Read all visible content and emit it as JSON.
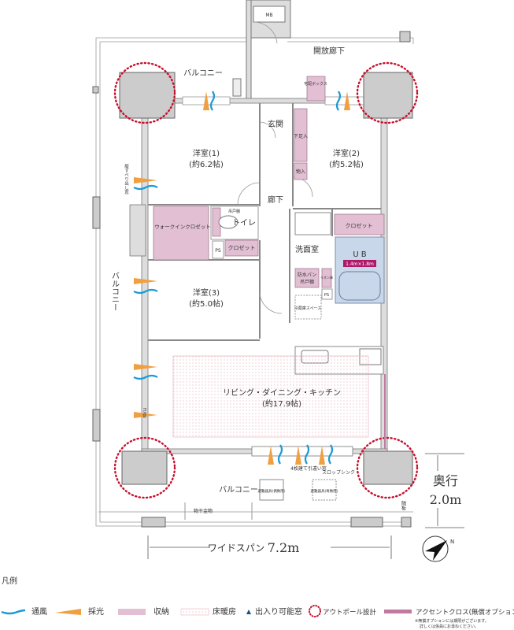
{
  "plan": {
    "mb": "MB",
    "open_corridor": "開放廊下",
    "balcony_top": "バルコニー",
    "balcony_left": "バルコニー",
    "balcony_bottom": "バルコニー",
    "delivery_box": "宅配ボックス",
    "entrance": "玄関",
    "shoe_storage": "下足入",
    "storage": "物入",
    "hallway": "廊下",
    "western_room_1": {
      "name": "洋室(1)",
      "size": "(約6.2帖)"
    },
    "western_room_2": {
      "name": "洋室(2)",
      "size": "(約5.2帖)"
    },
    "western_room_3": {
      "name": "洋室(3)",
      "size": "(約5.0帖)"
    },
    "walk_in_closet": "ウォークインクロゼット",
    "toilet": "トイレ",
    "hanging_cabinet": "吊戸棚",
    "ps_1": "PS",
    "ps_2": "PS",
    "closet_1": "クロゼット",
    "closet_2": "クロゼット",
    "washroom": "洗面室",
    "unit_bath": "U B",
    "unit_bath_size": "1.4m×1.8m",
    "waterproof_pan": "防水パン",
    "waterproof_pan_cabinet": "吊戸棚",
    "linen": "リネン庫",
    "fridge_space": "冷蔵庫スペース",
    "ldk": {
      "name": "リビング・ダイニング・キッチン",
      "size": "(約17.9帖)"
    },
    "vertical_slide_window": "縦すべり出し窓",
    "fix_window": "FIX窓",
    "sliding_window": "4枚建て引違い窓",
    "slop_sink": "スロップシンク",
    "evac_even": "避難器具(偶数階)",
    "evac_odd": "避難器具(奇数階)",
    "laundry_hardware": "物干金物",
    "partition": "隔板",
    "width_span_label": "ワイドスパン",
    "width_span_value": "7.2m",
    "depth_label": "奥行",
    "depth_value": "2.0m",
    "compass": "N"
  },
  "legend": {
    "title": "凡例",
    "items": [
      {
        "label": "通風",
        "icon": "wind-icon",
        "color": "#1a9ad6"
      },
      {
        "label": "採光",
        "icon": "light-icon",
        "color": "#f0a040"
      },
      {
        "label": "収納",
        "icon": "storage-swatch",
        "color": "#e2bfd3"
      },
      {
        "label": "床暖房",
        "icon": "floor-heating-swatch",
        "color": "#e8a8b8"
      },
      {
        "label": "出入り可能窓",
        "icon": "triangle-icon",
        "color": "#1a4f8a"
      },
      {
        "label": "アウトポール設計",
        "icon": "dotted-circle-icon",
        "color": "#c8102e"
      },
      {
        "label": "アクセントクロス(無償オプション)",
        "icon": "accent-swatch",
        "color": "#c07aa0"
      }
    ],
    "note_1": "※無償オプションには期限がございます。",
    "note_2": "詳しくは係員にお尋ねください。"
  }
}
